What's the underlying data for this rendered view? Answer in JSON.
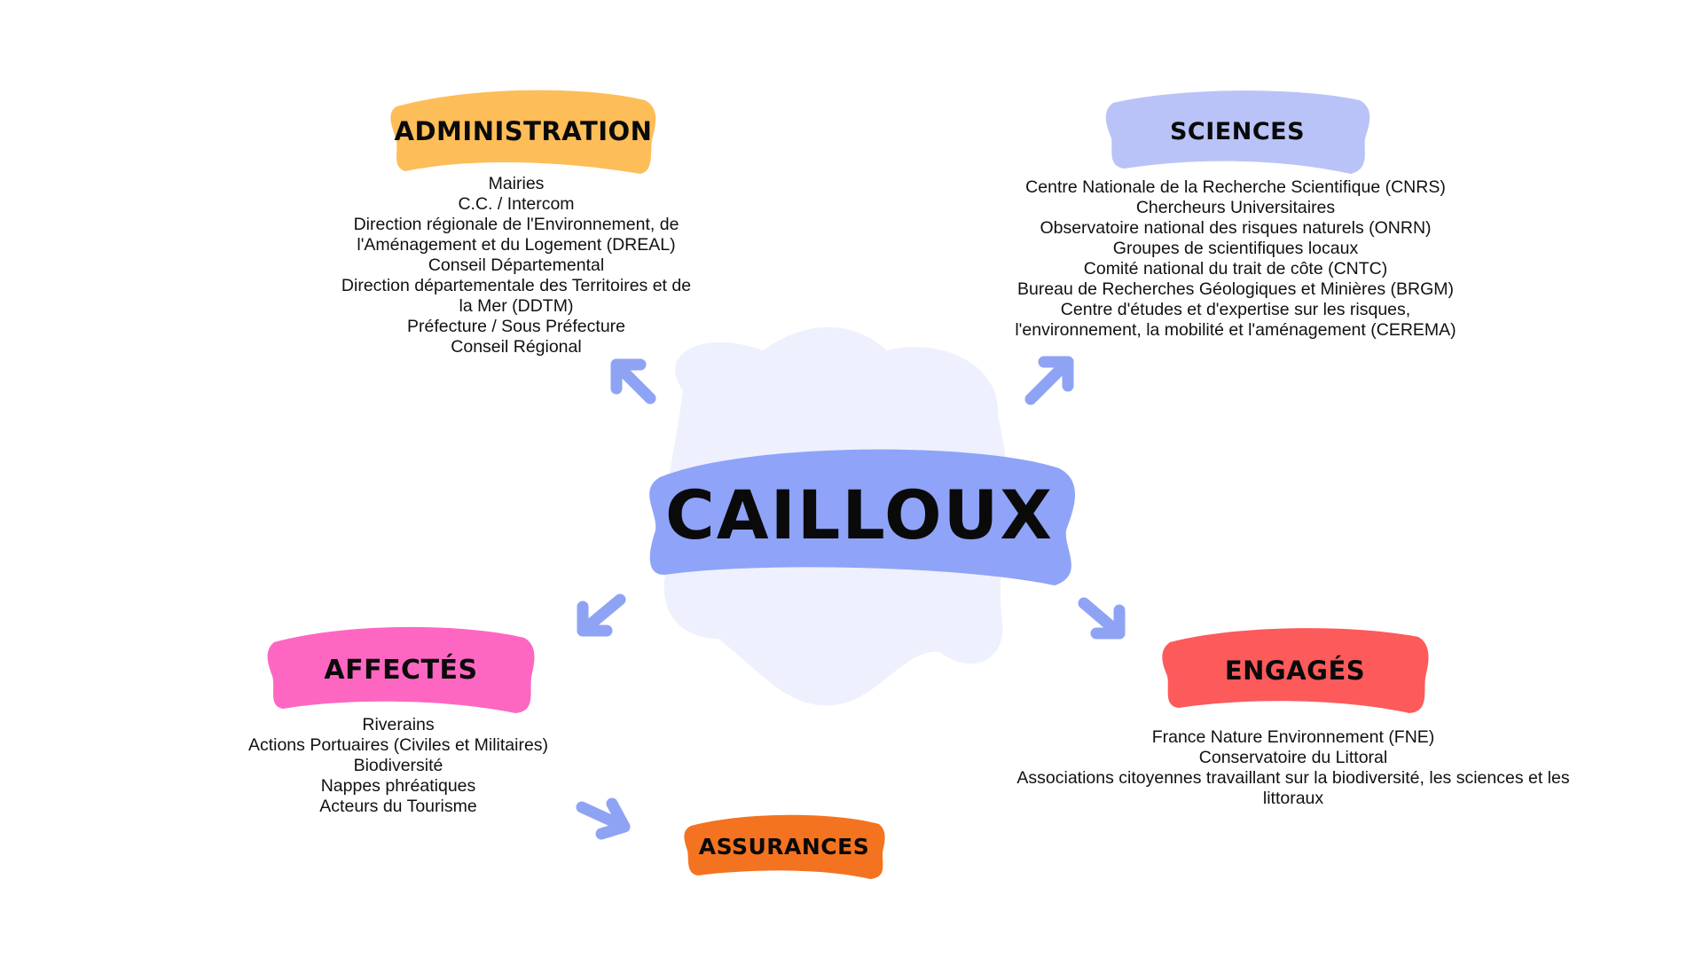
{
  "center": {
    "title": "CAILLOUX",
    "color": "#8fa3f8",
    "cloud_color": "#eef1fd"
  },
  "arrow_color": "#8fa3f5",
  "administration": {
    "title": "ADMINISTRATION",
    "color": "#fdbd58",
    "items": [
      "Mairies",
      "C.C. / Intercom",
      "Direction régionale de l'Environnement, de",
      "l'Aménagement et du Logement (DREAL)",
      "Conseil Départemental",
      "Direction départementale des Territoires et de",
      "la Mer (DDTM)",
      "Préfecture / Sous Préfecture",
      "Conseil Régional"
    ]
  },
  "sciences": {
    "title": "SCIENCES",
    "color": "#b9c3f7",
    "items": [
      "Centre Nationale de la Recherche Scientifique (CNRS)",
      "Chercheurs Universitaires",
      "Observatoire national des risques naturels (ONRN)",
      "Groupes de scientifiques locaux",
      "Comité national du trait de côte (CNTC)",
      "Bureau de Recherches Géologiques et Minières (BRGM)",
      "Centre d'études et d'expertise sur les risques,",
      "l'environnement, la mobilité et l'aménagement (CEREMA)"
    ]
  },
  "affectes": {
    "title": "AFFECTÉS",
    "color": "#fd67c2",
    "items": [
      "Riverains",
      "Actions Portuaires (Civiles et Militaires)",
      "Biodiversité",
      "Nappes phréatiques",
      "Acteurs du Tourisme"
    ]
  },
  "engages": {
    "title": "ENGAGÉS",
    "color": "#fd5a5b",
    "items": [
      "France Nature Environnement (FNE)",
      "Conservatoire du Littoral",
      "Associations citoyennes travaillant sur la biodiversité, les sciences et les",
      "littoraux"
    ]
  },
  "assurances": {
    "title": "ASSURANCES",
    "color": "#f47320"
  }
}
